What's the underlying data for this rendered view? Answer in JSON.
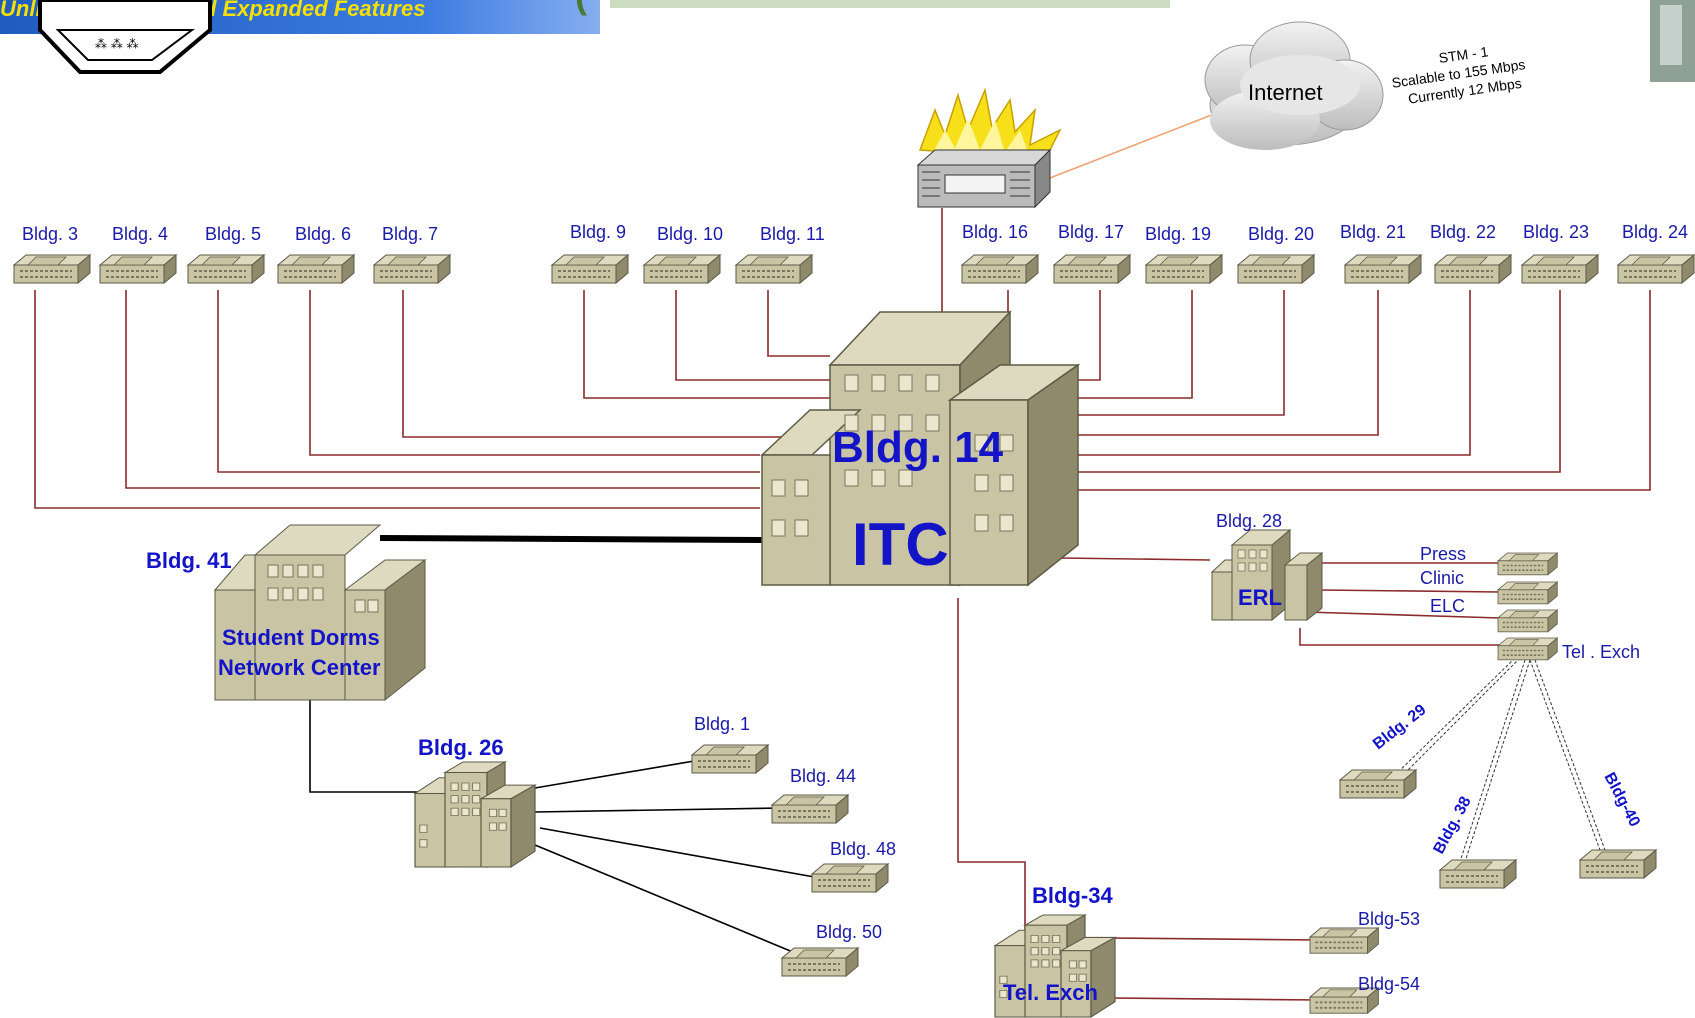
{
  "banner": {
    "text": "Unlimited Pages and Expanded Features"
  },
  "header": {
    "title_fragment": "("
  },
  "internet": {
    "label": "Internet",
    "link_note_lines": [
      "STM - 1",
      "Scalable to 155 Mbps",
      "Currently 12 Mbps"
    ]
  },
  "buildings": {
    "b3": "Bldg. 3",
    "b4": "Bldg. 4",
    "b5": "Bldg. 5",
    "b6": "Bldg. 6",
    "b7": "Bldg. 7",
    "b9": "Bldg. 9",
    "b10": "Bldg. 10",
    "b11": "Bldg. 11",
    "b16": "Bldg. 16",
    "b17": "Bldg. 17",
    "b19": "Bldg. 19",
    "b20": "Bldg. 20",
    "b21": "Bldg. 21",
    "b22": "Bldg. 22",
    "b23": "Bldg. 23",
    "b24": "Bldg. 24",
    "b14_line1": "Bldg. 14",
    "b14_line2": "ITC",
    "b41": "Bldg. 41",
    "b41_line1": "Student Dorms",
    "b41_line2": "Network Center",
    "b28": "Bldg. 28",
    "b28_inner": "ERL",
    "press": "Press",
    "clinic": "Clinic",
    "elc": "ELC",
    "tel_exch": "Tel . Exch",
    "b29": "Bldg. 29",
    "b38": "Bldg. 38",
    "b40": "Bldg-40",
    "b26": "Bldg. 26",
    "b1": "Bldg. 1",
    "b44": "Bldg. 44",
    "b48": "Bldg. 48",
    "b50": "Bldg. 50",
    "b34": "Bldg-34",
    "b34_inner": "Tel. Exch",
    "b53": "Bldg-53",
    "b54": "Bldg-54"
  },
  "colors": {
    "link": "#8b2a2a",
    "backbone": "#000000",
    "internet_link": "#f0a070",
    "building_face": "#c9c4a4",
    "building_side": "#8f8a6c",
    "label": "#1a1aa8"
  }
}
